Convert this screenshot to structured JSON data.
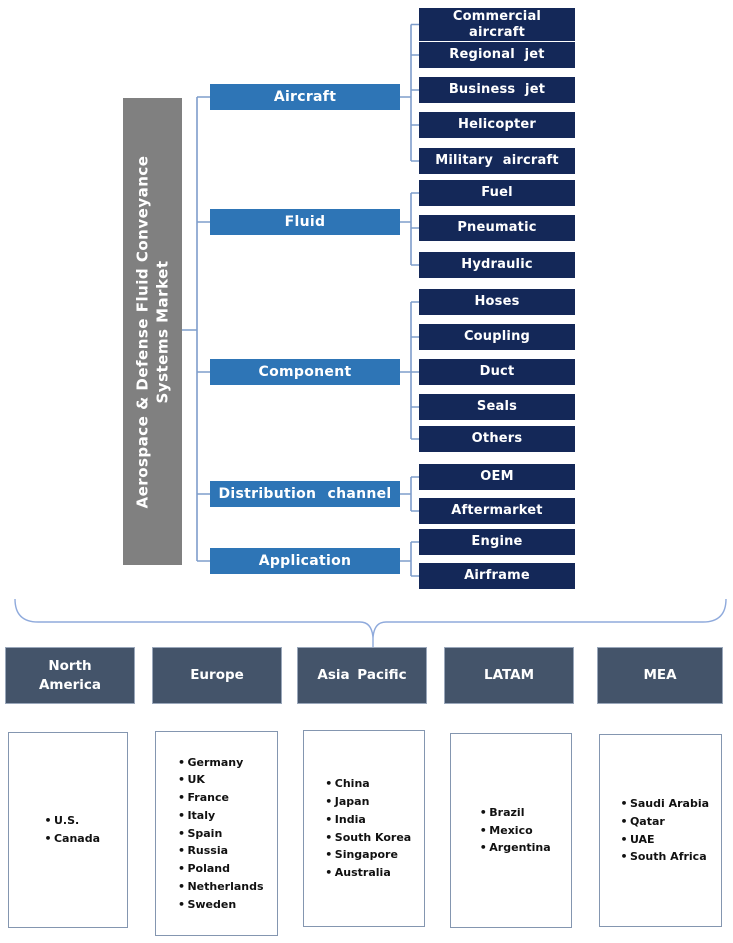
{
  "title": {
    "text": "Aerospace & Defense Fluid Conveyance\nSystems Market"
  },
  "segments": [
    {
      "label": "Aircraft",
      "children": [
        "Commercial\naircraft",
        "Regional jet",
        "Business jet",
        "Helicopter",
        "Military aircraft"
      ]
    },
    {
      "label": "Fluid",
      "children": [
        "Fuel",
        "Pneumatic",
        "Hydraulic"
      ]
    },
    {
      "label": "Component",
      "children": [
        "Hoses",
        "Coupling",
        "Duct",
        "Seals",
        "Others"
      ]
    },
    {
      "label": "Distribution channel",
      "children": [
        "OEM",
        "Aftermarket"
      ]
    },
    {
      "label": "Application",
      "children": [
        "Engine",
        "Airframe"
      ]
    }
  ],
  "regions": [
    {
      "label": "North\nAmerica",
      "countries": [
        "U.S.",
        "Canada"
      ]
    },
    {
      "label": "Europe",
      "countries": [
        "Germany",
        "UK",
        "France",
        "Italy",
        "Spain",
        "Russia",
        "Poland",
        "Netherlands",
        "Sweden"
      ]
    },
    {
      "label": "Asia Pacific",
      "countries": [
        "China",
        "Japan",
        "India",
        "South Korea",
        "Singapore",
        "Australia"
      ]
    },
    {
      "label": "LATAM",
      "countries": [
        "Brazil",
        "Mexico",
        "Argentina"
      ]
    },
    {
      "label": "MEA",
      "countries": [
        "Saudi Arabia",
        "Qatar",
        "UAE",
        "South Africa"
      ]
    }
  ],
  "colors": {
    "category_blue": "#2E75B6",
    "subsegment_navy": "#142858",
    "region_slate": "#44546A",
    "title_gray": "#808080",
    "connector_blue": "#7E9DCB",
    "brace_blue": "#8FAADC",
    "country_border": "#8496B0"
  }
}
